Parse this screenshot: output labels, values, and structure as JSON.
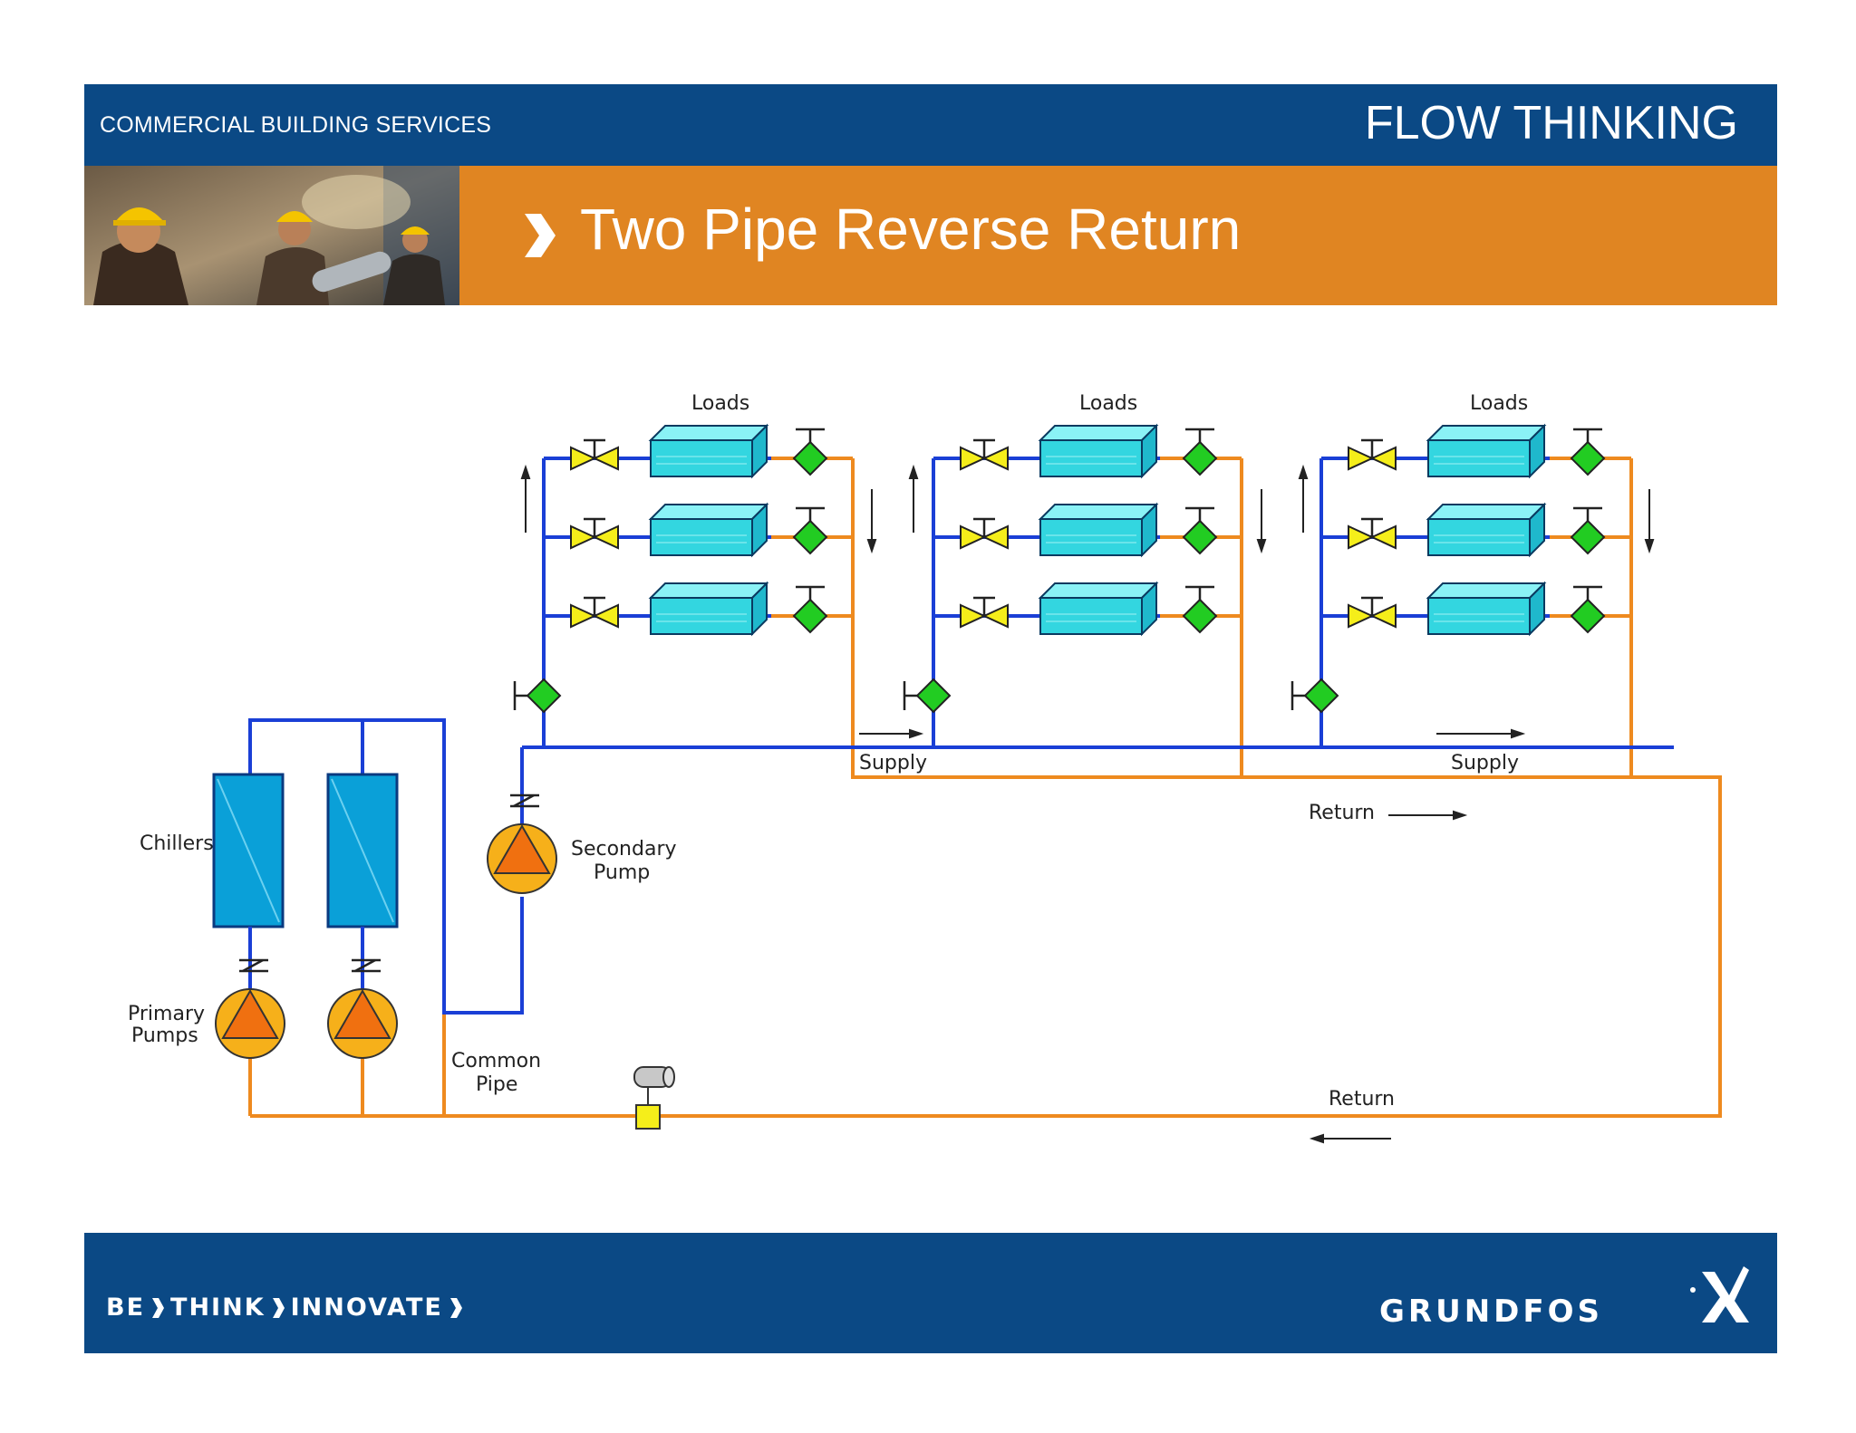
{
  "header": {
    "section_label": "COMMERCIAL BUILDING SERVICES",
    "tagline": "FLOW THINKING",
    "title": "Two Pipe Reverse Return",
    "photo_icon": "workers-photo"
  },
  "diagram": {
    "loads_labels": [
      "Loads",
      "Loads",
      "Loads"
    ],
    "supply_labels": [
      "Supply",
      "Supply"
    ],
    "return_labels": [
      "Return",
      "Return"
    ],
    "chillers_label": "Chillers",
    "primary_pumps_label": [
      "Primary",
      "Pumps"
    ],
    "secondary_pump_label": [
      "Secondary",
      "Pump"
    ],
    "common_pipe_label": [
      "Common",
      "Pipe"
    ],
    "colors": {
      "supply": "#1a3fd6",
      "return": "#ee8a1f",
      "chiller": "#0aa0d8",
      "coil": "#33d6e0",
      "valve_control": "#f5ee1a",
      "valve_balance": "#22cc22",
      "pump": "#f08010"
    }
  },
  "footer": {
    "motto_words": [
      "BE",
      "THINK",
      "INNOVATE"
    ],
    "logo_text": "GRUNDFOS",
    "logo_icon": "grundfos-x-icon"
  }
}
